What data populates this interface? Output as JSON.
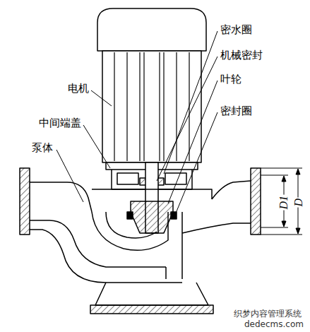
{
  "diagram": {
    "labels": [
      "电机",
      "中间端盖",
      "泵体",
      "密水圈",
      "机械密封",
      "叶轮",
      "密封圈",
      "D1",
      "D",
      "织梦内容管理系统",
      "dedecms.com"
    ]
  }
}
